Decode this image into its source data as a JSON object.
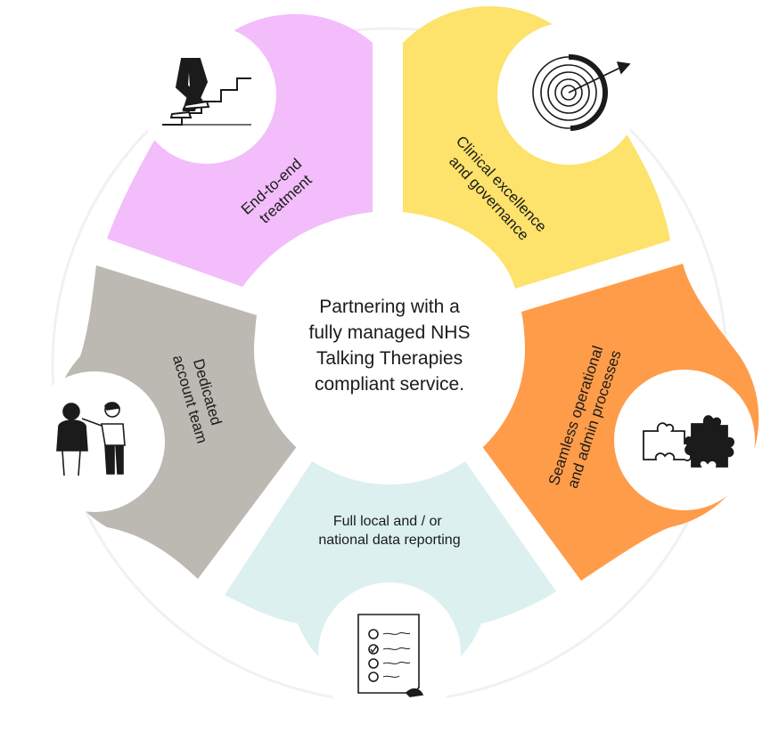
{
  "center": {
    "lines": [
      "Partnering with a",
      "fully managed NHS",
      "Talking Therapies",
      "compliant service."
    ]
  },
  "segments": [
    {
      "id": "end-to-end",
      "lines": [
        "End-to-end",
        "treatment"
      ],
      "color": "#f2bdfa",
      "icon": "stairs-climbing-icon"
    },
    {
      "id": "clinical",
      "lines": [
        "Clinical excellence",
        "and governance"
      ],
      "color": "#fde26b",
      "icon": "target-dartboard-icon"
    },
    {
      "id": "seamless",
      "lines": [
        "Seamless operational",
        "and admin processes"
      ],
      "color": "#ff9c4a",
      "icon": "puzzle-pieces-icon"
    },
    {
      "id": "reporting",
      "lines": [
        "Full local and / or",
        "national data reporting"
      ],
      "color": "#dcf0f0",
      "icon": "checklist-document-icon"
    },
    {
      "id": "account",
      "lines": [
        "Dedicated",
        "account team"
      ],
      "color": "#bcb8b2",
      "icon": "two-people-icon"
    }
  ]
}
